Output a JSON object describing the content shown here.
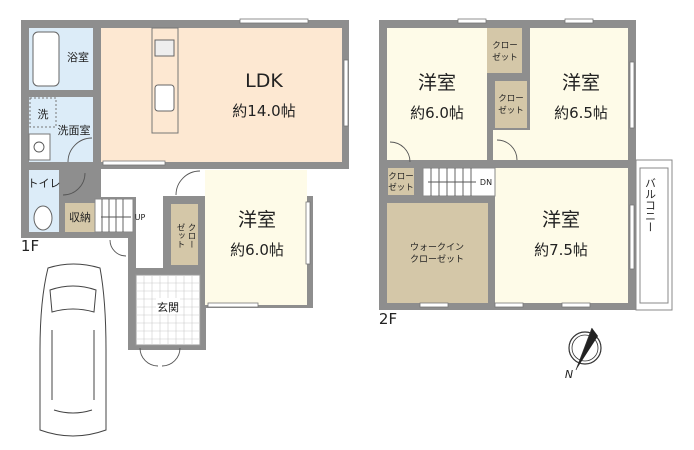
{
  "colors": {
    "wall": "#8e8e8e",
    "wet_area": "#dcecf8",
    "ldk": "#fde8d2",
    "western_room": "#fefbe8",
    "storage": "#d4c7a8"
  },
  "floor1": {
    "label": "1F",
    "bath": "浴室",
    "washer": "洗",
    "washroom": "洗面室",
    "toilet": "トイレ",
    "storage": "収納",
    "stairs_up": "UP",
    "ldk_name": "LDK",
    "ldk_size": "約14.0帖",
    "room_name": "洋室",
    "room_size": "約6.0帖",
    "closet_line1": "クロー",
    "closet_line2": "ゼット",
    "entrance": "玄関"
  },
  "floor2": {
    "label": "2F",
    "room_a_name": "洋室",
    "room_a_size": "約6.0帖",
    "room_b_name": "洋室",
    "room_b_size": "約6.5帖",
    "room_c_name": "洋室",
    "room_c_size": "約7.5帖",
    "closet_line1": "クロー",
    "closet_line2": "ゼット",
    "stairs_down": "DN",
    "wic_line1": "ウォークイン",
    "wic_line2": "クローゼット",
    "balcony": "バルコニー"
  },
  "compass": {
    "north": "N",
    "icon": "north-arrow-compass"
  }
}
